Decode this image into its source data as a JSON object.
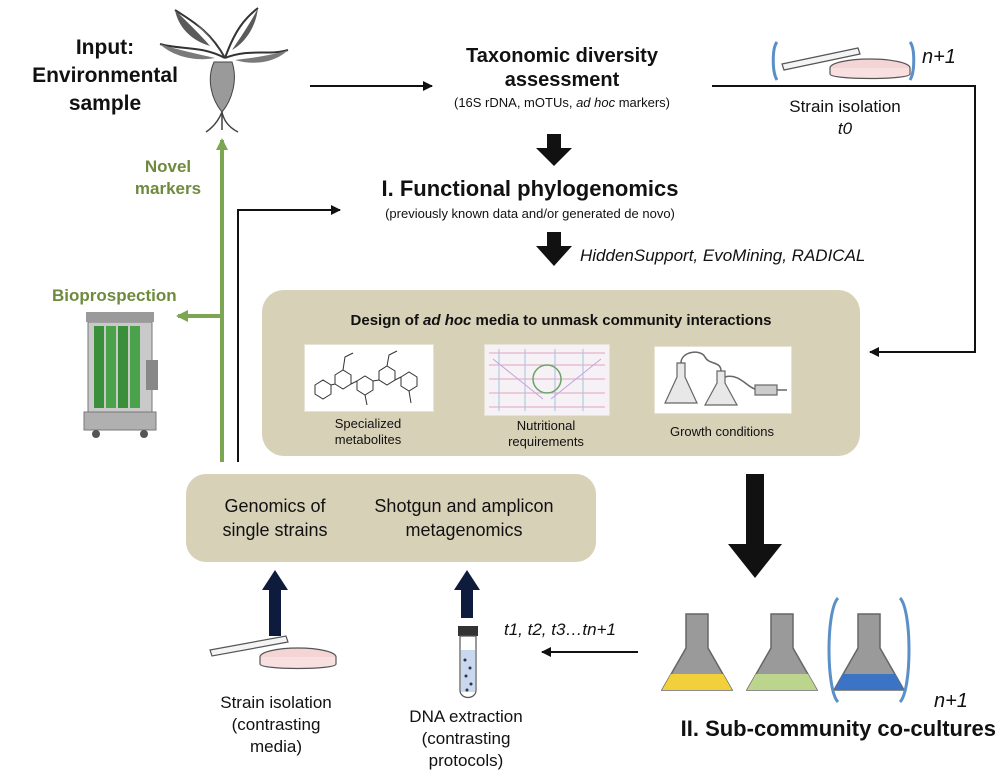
{
  "input": {
    "line1": "Input:",
    "line2": "Environmental",
    "line3": "sample"
  },
  "taxonomy": {
    "title_line1": "Taxonomic diversity",
    "title_line2": "assessment",
    "subtitle_pre": "(16S rDNA, mOTUs, ",
    "subtitle_ital": "ad hoc",
    "subtitle_post": " markers)"
  },
  "top_isolation": {
    "n_plus_1": "n+1",
    "label": "Strain isolation",
    "time": "t0"
  },
  "functional": {
    "title": "I. Functional phylogenomics",
    "subtitle": "(previously known data and/or generated de novo)",
    "tools": "HiddenSupport, EvoMining, RADICAL"
  },
  "side": {
    "novel_line1": "Novel",
    "novel_line2": "markers",
    "bioprospection": "Bioprospection"
  },
  "design": {
    "title_pre": "Design of ",
    "title_ital": "ad hoc",
    "title_post": " media to unmask community interactions",
    "item1_line1": "Specialized",
    "item1_line2": "metabolites",
    "item2_line1": "Nutritional",
    "item2_line2": "requirements",
    "item3": "Growth conditions"
  },
  "genomics": {
    "left_line1": "Genomics of",
    "left_line2": "single strains",
    "right_line1": "Shotgun and amplicon",
    "right_line2": "metagenomics"
  },
  "bottom": {
    "timepoints": "t1, t2, t3…tn+1",
    "isolation_line1": "Strain isolation",
    "isolation_line2": "(contrasting",
    "isolation_line3": "media)",
    "dna_line1": "DNA extraction",
    "dna_line2": "(contrasting",
    "dna_line3": "protocols)",
    "n_plus_1": "n+1",
    "cocultures": "II. Sub-community co-cultures"
  },
  "colors": {
    "green": "#6e8b3d",
    "box": "#d7d1b8",
    "flask_yellow": "#f2d03b",
    "flask_green": "#bcd58c",
    "flask_blue": "#3d73c4",
    "bracket_blue": "#5a8fc8",
    "navy": "#0f1b3d"
  }
}
